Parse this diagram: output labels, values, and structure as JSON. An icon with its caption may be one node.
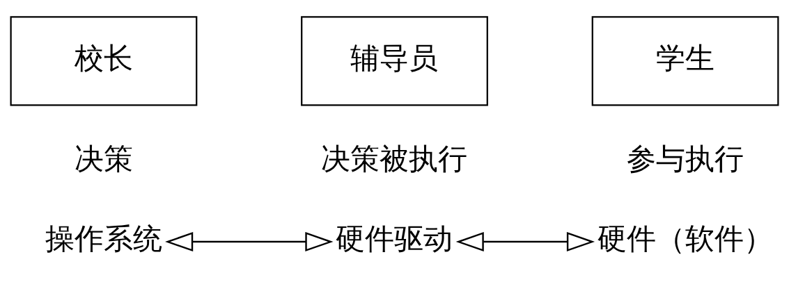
{
  "diagram": {
    "nodes": [
      {
        "text": [
          "校长"
        ]
      },
      {
        "text": [
          "辅导员"
        ]
      },
      {
        "text": [
          "学生"
        ]
      },
      {
        "text": [
          "操作系统"
        ]
      },
      {
        "text": [
          "硬件驱动"
        ]
      },
      {
        "text": [
          "硬件（软件）"
        ]
      }
    ],
    "edges": [
      {
        "from": 3,
        "to": 4,
        "arrow": "both"
      },
      {
        "from": 4,
        "to": 5,
        "arrow": "both"
      }
    ],
    "labels": [
      "决策",
      "决策被执行",
      "参与执行"
    ]
  }
}
